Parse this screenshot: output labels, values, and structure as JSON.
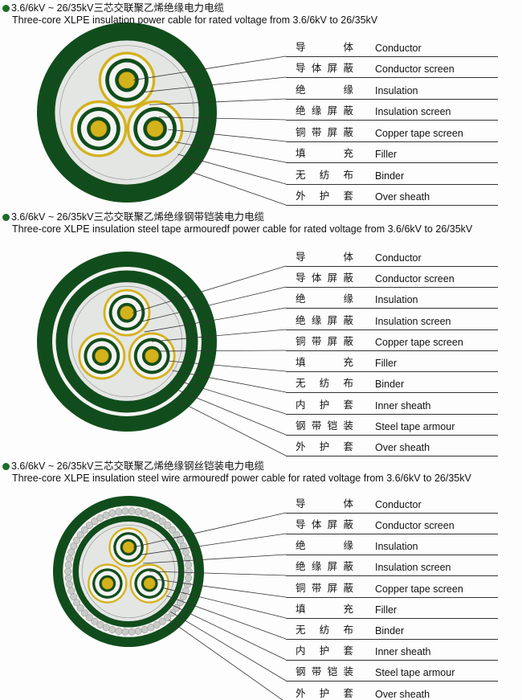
{
  "sections": [
    {
      "title_cn": "3.6/6kV ~ 26/35kV三芯交联聚乙烯绝缘电力电缆",
      "title_en": "Three-core XLPE insulation power cable for rated voltage from 3.6/6kV to 26/35kV",
      "cable_type": "unarmoured",
      "layers": [
        {
          "cn": "导体",
          "en": "Conductor"
        },
        {
          "cn": "导体屏蔽",
          "en": "Conductor screen"
        },
        {
          "cn": "绝缘",
          "en": "Insulation"
        },
        {
          "cn": "绝缘屏蔽",
          "en": "Insulation screen"
        },
        {
          "cn": "铜带屏蔽",
          "en": "Copper tape screen"
        },
        {
          "cn": "填充",
          "en": "Filler"
        },
        {
          "cn": "无纺布",
          "en": "Binder"
        },
        {
          "cn": "外护套",
          "en": "Over sheath"
        }
      ]
    },
    {
      "title_cn": "3.6/6kV ~ 26/35kV三芯交联聚乙烯绝缘钢带铠装电力电缆",
      "title_en": "Three-core XLPE insulation steel tape armouredf power cable for rated voltage from 3.6/6kV to 26/35kV",
      "cable_type": "steel-tape",
      "layers": [
        {
          "cn": "导体",
          "en": "Conductor"
        },
        {
          "cn": "导体屏蔽",
          "en": "Conductor screen"
        },
        {
          "cn": "绝缘",
          "en": "Insulation"
        },
        {
          "cn": "绝缘屏蔽",
          "en": "Insulation screen"
        },
        {
          "cn": "铜带屏蔽",
          "en": "Copper tape screen"
        },
        {
          "cn": "填充",
          "en": "Filler"
        },
        {
          "cn": "无纺布",
          "en": "Binder"
        },
        {
          "cn": "内护套",
          "en": "Inner sheath"
        },
        {
          "cn": "钢带铠装",
          "en": "Steel tape armour"
        },
        {
          "cn": "外护套",
          "en": "Over sheath"
        }
      ]
    },
    {
      "title_cn": "3.6/6kV ~ 26/35kV三芯交联聚乙烯绝缘钢丝铠装电力电缆",
      "title_en": "Three-core XLPE insulation steel wire armouredf power cable for rated voltage from 3.6/6kV to 26/35kV",
      "cable_type": "steel-wire",
      "layers": [
        {
          "cn": "导体",
          "en": "Conductor"
        },
        {
          "cn": "导体屏蔽",
          "en": "Conductor screen"
        },
        {
          "cn": "绝缘",
          "en": "Insulation"
        },
        {
          "cn": "绝缘屏蔽",
          "en": "Insulation screen"
        },
        {
          "cn": "铜带屏蔽",
          "en": "Copper tape screen"
        },
        {
          "cn": "填充",
          "en": "Filler"
        },
        {
          "cn": "无纺布",
          "en": "Binder"
        },
        {
          "cn": "内护套",
          "en": "Inner sheath"
        },
        {
          "cn": "钢带铠装",
          "en": "Steel tape armour"
        },
        {
          "cn": "外护套",
          "en": "Over sheath"
        }
      ]
    }
  ],
  "colors": {
    "sheath": "#114d1c",
    "gold": "#d4b21c",
    "filler": "#e4e6e4",
    "white": "#f4f4f2",
    "wire": "#c9cbc9"
  }
}
